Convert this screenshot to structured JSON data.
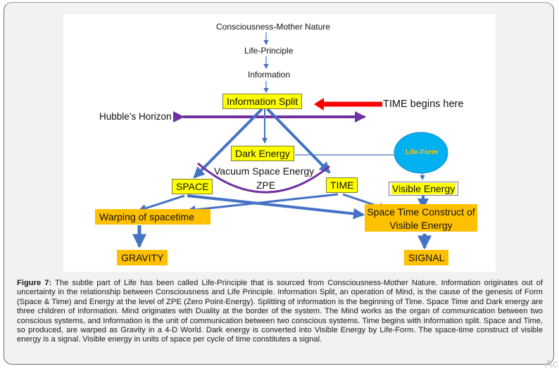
{
  "diagram": {
    "nodes": {
      "consciousness": "Consciousness-Mother Nature",
      "life_principle": "Life-Principle",
      "information": "Information",
      "information_split": "Information Split",
      "time_begins": "TIME begins here",
      "hubbles_horizon": "Hubble’s Horizon",
      "dark_energy": "Dark Energy",
      "vacuum_space_energy": "Vacuum Space Energy",
      "zpe": "ZPE",
      "space": "SPACE",
      "time": "TIME",
      "life_form": "Life-Form",
      "visible_energy": "Visible Energy",
      "warping": "Warping of spacetime",
      "space_time_construct_line1": "Space Time Construct of",
      "space_time_construct_line2": "Visible Energy",
      "gravity": "GRAVITY",
      "signal": "SIGNAL"
    },
    "colors": {
      "arrow_blue": "#4472c4",
      "horizon_purple": "#7030a0",
      "time_arrow_red": "#ff0000",
      "yellow_box": "#ffff00",
      "orange_box": "#ffc000",
      "life_form_fill": "#00b0f0",
      "life_form_text": "#ffc000"
    },
    "edges": [
      {
        "from": "consciousness",
        "to": "life_principle"
      },
      {
        "from": "life_principle",
        "to": "information"
      },
      {
        "from": "information",
        "to": "information_split"
      },
      {
        "from": "time_begins",
        "to": "information_split"
      },
      {
        "from": "information_split",
        "to": "dark_energy"
      },
      {
        "from": "information_split",
        "to": "space"
      },
      {
        "from": "information_split",
        "to": "time"
      },
      {
        "from": "dark_energy",
        "to": "life_form"
      },
      {
        "from": "life_form",
        "to": "visible_energy"
      },
      {
        "from": "visible_energy",
        "to": "space_time_construct"
      },
      {
        "from": "space",
        "to": "warping"
      },
      {
        "from": "time",
        "to": "warping"
      },
      {
        "from": "space",
        "to": "space_time_construct"
      },
      {
        "from": "time",
        "to": "space_time_construct"
      },
      {
        "from": "warping",
        "to": "gravity"
      },
      {
        "from": "space_time_construct",
        "to": "signal"
      }
    ]
  },
  "caption": {
    "label": "Figure 7:",
    "text": " The subtle part of Life has been called Life-Principle that is sourced from Consciousness-Mother Nature. Information originates out of uncertainty in the relationship between Consciousness and Life Principle. Information Split, an operation of Mind, is the cause of the genesis of Form (Space & Time) and Energy at the level of ZPE (Zero Point-Energy). Splitting of information is the beginning of Time. Space Time and Dark energy are three children of information. Mind originates with Duality at the border of the system. The Mind works as the organ of communication between two conscious systems, and Information is the unit of communication between two conscious systems. Time begins with Information split. Space and Time, so produced, are warped as Gravity in a 4-D World. Dark energy is converted into Visible Energy by Life-Form. The space-time construct of visible energy is a signal. Visible energy in units of space per cycle of time constitutes a signal."
  },
  "watermark": "Ac"
}
